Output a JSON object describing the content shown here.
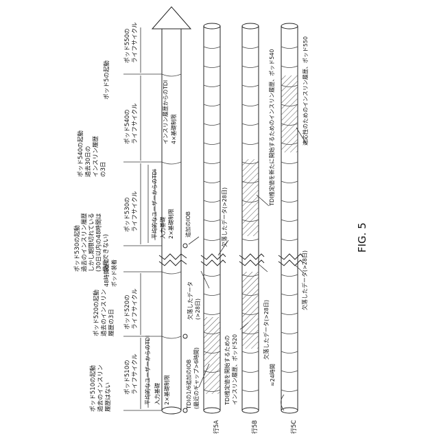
{
  "figure": {
    "label": "FIG. 5"
  },
  "rows": {
    "a": "行5A",
    "b": "行5B",
    "c": "行5C"
  },
  "timeline": {
    "pod510_start": [
      "ポッド510の起動",
      "過去のインスリン",
      "履歴はない"
    ],
    "pod520_start": [
      "ポッド520の起動",
      "過去のインスリン",
      "履歴の3日"
    ],
    "pod530_start": [
      "ポッド530の起動",
      "過去のインスリン履歴",
      "しかし期限切れている",
      "(30日以内の48時間は",
      "使用できない)"
    ],
    "gap48": [
      "48時間後の",
      "ポッド装着"
    ],
    "pod540_start": [
      "ポッド540の起動",
      "過去30日の",
      "インスリン履歴",
      "の3日"
    ],
    "pod5_start": [
      "ポッド5の起動"
    ]
  },
  "cycles": {
    "pod510": [
      "ポッド510の",
      "ライフサイクル"
    ],
    "pod520": [
      "ポッド520の",
      "ライフサイクル"
    ],
    "pod530": [
      "ポッド530の",
      "ライフサイクル"
    ],
    "pod540": [
      "ポッド540の",
      "ライフサイクル"
    ],
    "pod550": [
      "ポッド550の",
      "ライフサイクル"
    ]
  },
  "limits": {
    "a": [
      "平均的なユーザーからのTDI",
      "入力基礎",
      "2×基礎制限"
    ],
    "b": [
      "平均的なユーザーからのTDI",
      "入力基礎",
      "2×基礎制限"
    ],
    "c": [
      "インスリン履歴からのTDI",
      "4×基礎制限"
    ]
  },
  "notes": {
    "tdi_sixth": [
      "TDIの1/6追加のIOB",
      "(最近のギャップ>6時間)"
    ],
    "missing_520": [
      "欠落したデータ",
      "(>28日)"
    ],
    "extra_iob": "追加のIOB",
    "row_a_start": [
      "TDI推定値を開始するための",
      "インスリン履歴、ポッド520"
    ],
    "row_a_missing": "欠落したデータ(>28日)",
    "row_b_start": "TDI推定値を新たに開始するためのインスリン履歴、ポッド540",
    "row_b_missing": "欠落したデータ(>28日)",
    "row_c_adapt": "適応性のためのインスリン履歴、ポッド550",
    "row_c_missing": "欠落したデータ(>28日)",
    "row_c_24h": "≈24時間"
  },
  "colors": {
    "ink": "#222222",
    "hatch": "#555555"
  }
}
